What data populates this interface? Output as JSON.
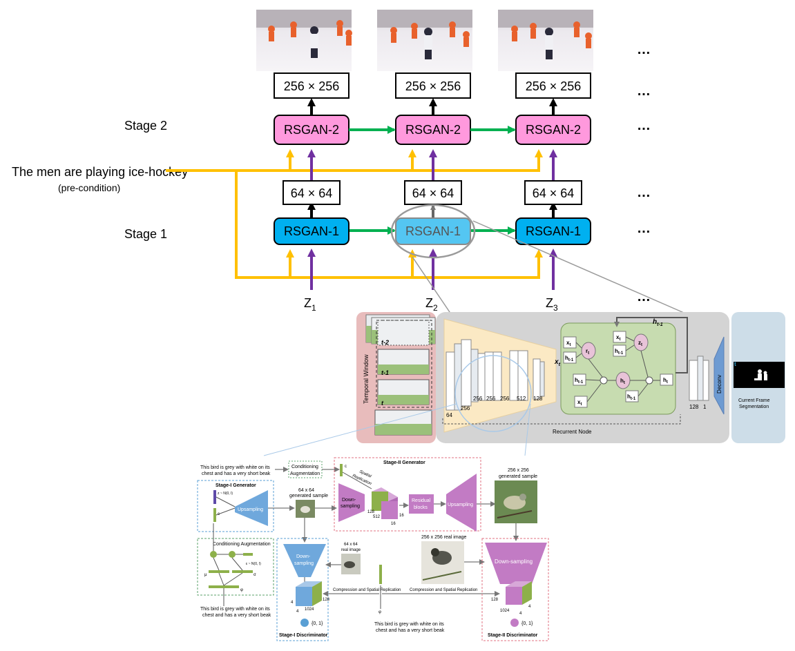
{
  "top": {
    "stage2_label": "Stage 2",
    "stage1_label": "Stage 1",
    "caption": "The men are playing ice-hockey",
    "precondition": "(pre-condition)",
    "hi_res": "256 × 256",
    "low_res": "64 × 64",
    "gen2": "RSGAN-2",
    "gen1": "RSGAN-1",
    "ellipsis": "…",
    "noise_base": "Z",
    "noise_subs": [
      "1",
      "2",
      "3"
    ]
  },
  "seg": {
    "temporal_window": "Temporal Window",
    "frames": [
      "t-2",
      "t-1",
      "t"
    ],
    "enc_nums": [
      "64",
      "256",
      "256",
      "256",
      "256",
      "512",
      "128"
    ],
    "dec_nums": [
      "128",
      "1"
    ],
    "xt": "x",
    "ht1": "h",
    "recurrent_node": "Recurrent Node",
    "deconv": "Deconv",
    "t_label": "t",
    "out_label_1": "Current Frame",
    "out_label_2": "Segmentation",
    "gru_x": "x",
    "gru_h": "h",
    "gru_r": "r",
    "gru_z": "z",
    "gru_sub_t": "t",
    "gru_sub_t1": "t-1",
    "dot": "•"
  },
  "stackgan": {
    "text_desc_1": "This bird is grey with white on its",
    "text_desc_2": "chest and has a very short beak",
    "cond_aug_1": "Conditioning",
    "cond_aug_2": "Augmentation",
    "stage2_gen": "Stage-II Generator",
    "stage1_gen": "Stage-I Generator",
    "c_hat": "c",
    "z_noise": "z ~ N(0, I)",
    "upsampling": "Upsampling",
    "down_1": "Down-",
    "down_2": "sampling",
    "spatial_1": "Spatial",
    "spatial_2": "Replication",
    "residual_1": "Residual",
    "residual_2": "blocks",
    "dims_128": "128",
    "dims_512": "512",
    "dims_16": "16",
    "gen64_1": "64 x 64",
    "gen64_2": "generated sample",
    "gen256_1": "256 x 256",
    "gen256_2": "generated sample",
    "cond_aug_title": "Conditioning Augmentation",
    "eps": "ε ~ N(0, I)",
    "mu": "μ",
    "sigma": "σ",
    "phi": "φ",
    "real64_1": "64 x 64",
    "real64_2": "real image",
    "real256": "256 x 256 real image",
    "down_full": "Down-sampling",
    "compress": "Compression and Spatial Replication",
    "dims_4": "4",
    "dims_1024": "1024",
    "out01": "{0, 1}",
    "stage1_disc": "Stage-I Discriminator",
    "stage2_disc": "Stage-II Discriminator"
  },
  "colors": {
    "rsgan2": "#ff99dd",
    "rsgan1": "#00b0f0",
    "rsgan1_mid": "#54c6f2",
    "yellow": "#ffc000",
    "purple": "#7030a0",
    "green": "#00b050",
    "seg_gray": "#d4d4d4",
    "seg_pink": "#e8bcbc",
    "seg_yellow": "#fbe9c4",
    "seg_green": "#c7dcb0",
    "seg_out": "#cddde8",
    "sg_blue": "#6fa8dc",
    "sg_purple": "#c27bc4",
    "sg_green": "#8db04a"
  }
}
